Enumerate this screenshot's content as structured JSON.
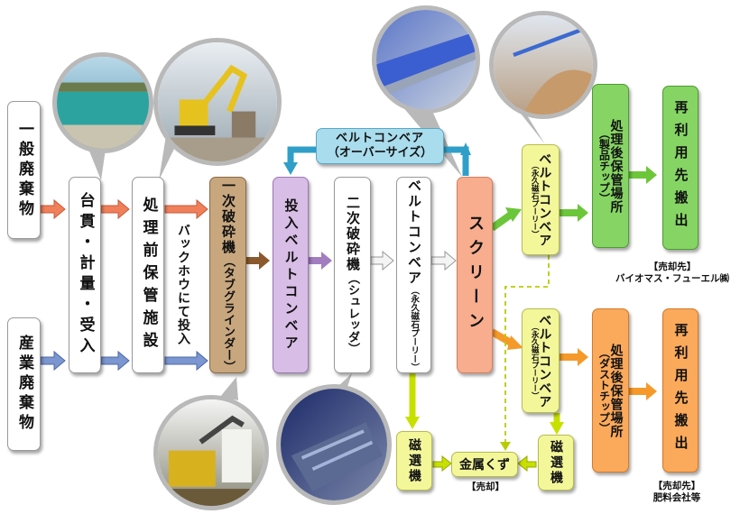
{
  "nodes": {
    "general_waste": "一般廃棄物",
    "industrial_waste": "産業廃棄物",
    "weighing": "台貫・計量・受入",
    "pre_storage": "処理前保管施設",
    "backhoe_note": "バックホウにて投入",
    "primary_crusher": "一次破砕機",
    "primary_crusher_sub": "（タブグラインダー）",
    "input_conveyor": "投入ベルトコンベア",
    "secondary_crusher": "二次破砕機",
    "secondary_crusher_sub": "（シュレッダ）",
    "belt_conveyor_main": "ベルトコンベア",
    "belt_conveyor_main_sub": "（永久磁石プーリー）",
    "overhead_conveyor_line1": "ベルトコンベア",
    "overhead_conveyor_line2": "（オーバーサイズ）",
    "screen": "スクリーン",
    "belt_conveyor_upper": "ベルトコンベア",
    "belt_conveyor_upper_sub": "（永久磁石プーリー）",
    "belt_conveyor_lower": "ベルトコンベア",
    "belt_conveyor_lower_sub": "（永久磁石プーリー）",
    "storage_product": "処理後保管場所",
    "storage_product_sub": "（製品チップ）",
    "storage_dust": "処理後保管場所",
    "storage_dust_sub": "（ダストチップ）",
    "reuse_upper": "再利用先搬出",
    "reuse_lower": "再利用先搬出",
    "magnet_left": "磁選機",
    "magnet_right": "磁選機",
    "scrap_metal": "金属くず"
  },
  "captions": {
    "upper_buyer_label": "【売却先】",
    "upper_buyer": "バイオマス・フューエル㈱",
    "lower_buyer_label": "【売却先】",
    "lower_buyer": "肥料会社等",
    "scrap_sale": "【売却】"
  },
  "photos": [
    "pool-storage-photo",
    "excavator-photo",
    "conveyor-photo",
    "chip-pile-photo",
    "tub-grinder-photo",
    "shredder-photo"
  ],
  "colors": {
    "arrow_red": "#f0805a",
    "arrow_blue": "#7b96d0",
    "arrow_brown": "#8a5a2e",
    "arrow_purple": "#a27ec0",
    "arrow_white": "#e8e8e8",
    "arrow_green": "#6cc63a",
    "arrow_orange": "#f59a2a",
    "arrow_lime": "#c8e000",
    "arrow_teal": "#2f9fc9",
    "dashed_line": "#b8cc00"
  }
}
